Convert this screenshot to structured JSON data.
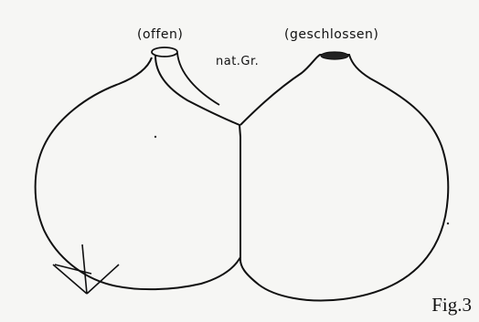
{
  "labels": {
    "open": "(offen)",
    "closed": "(geschlossen)",
    "scale": "nat.Gr.",
    "figure": "Fig.3"
  },
  "colors": {
    "paper": "#f6f6f4",
    "ink": "#111111"
  }
}
